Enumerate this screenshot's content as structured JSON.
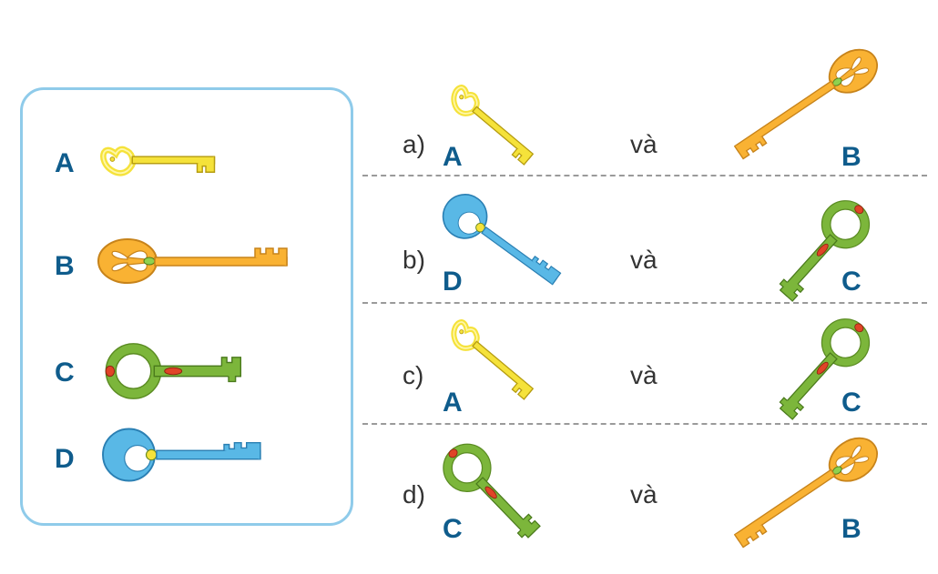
{
  "legend": {
    "items": [
      {
        "letter": "A",
        "key_color": "#f5e23a"
      },
      {
        "letter": "B",
        "key_color": "#f9b233"
      },
      {
        "letter": "C",
        "key_color": "#7cb63b"
      },
      {
        "letter": "D",
        "key_color": "#59b8e6"
      }
    ]
  },
  "options": [
    {
      "label": "a)",
      "connector": "và",
      "left_letter": "A",
      "right_letter": "B"
    },
    {
      "label": "b)",
      "connector": "và",
      "left_letter": "D",
      "right_letter": "C"
    },
    {
      "label": "c)",
      "connector": "và",
      "left_letter": "A",
      "right_letter": "C"
    },
    {
      "label": "d)",
      "connector": "và",
      "left_letter": "C",
      "right_letter": "B"
    }
  ],
  "colors": {
    "letter": "#0f5c8c",
    "panel_border": "#8fcbea",
    "divider": "#9a9a9a"
  }
}
